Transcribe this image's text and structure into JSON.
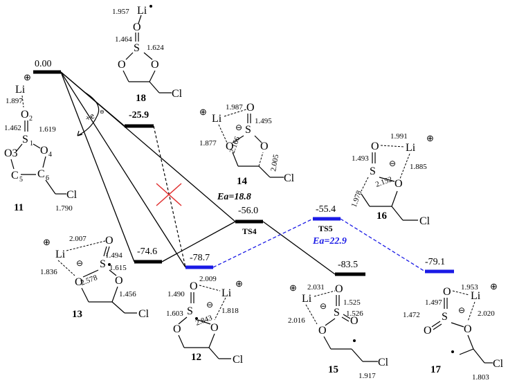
{
  "energies": {
    "e11": "0.00",
    "e18": "-25.9",
    "e13": "-74.6",
    "e12": "-78.7",
    "ets4": "-56.0",
    "ets5": "-55.4",
    "e15": "-83.5",
    "e17": "-79.1"
  },
  "labels": {
    "c11": "11",
    "c12": "12",
    "c13": "13",
    "c14": "14",
    "c15": "15",
    "c16": "16",
    "c17": "17",
    "c18": "18",
    "ts4": "TS4",
    "ts5": "TS5",
    "ea4": "Ea=18.8",
    "ea5": "Ea=22.9",
    "electron": "+e",
    "minus": "⊖"
  },
  "colors": {
    "black": "#000000",
    "blue": "#1a1ae6",
    "red": "#e03030"
  },
  "s11": {
    "Li": "Li",
    "O2": "O",
    "O2n": "2",
    "S1": "S",
    "S1n": "1",
    "O3": "O3",
    "O4": "O",
    "O4n": "4",
    "C5": "C",
    "C5n": "5",
    "C6": "C",
    "C6n": "6",
    "Cl": "Cl",
    "d1": "1.897",
    "d2": "1.462",
    "d3": "1.619",
    "d4": "1.790"
  },
  "s18": {
    "Li": "Li",
    "O": "O",
    "S": "S",
    "Oa": "O",
    "Ob": "O",
    "Cl": "Cl",
    "d1": "1.957",
    "d2": "1.464",
    "d3": "1.624"
  },
  "s14": {
    "Li": "Li",
    "O": "O",
    "S": "S",
    "Oa": "O",
    "Ob": "O",
    "Cl": "Cl",
    "d1": "1.987",
    "d2": "1.495",
    "d3": "1.877",
    "d4": "2.166",
    "d5": "2.005"
  },
  "s16": {
    "Li": "Li",
    "O": "O",
    "S": "S",
    "Oa": "O",
    "Cl": "Cl",
    "d1": "1.991",
    "d2": "1.493",
    "d3": "1.885",
    "d4": "2.152",
    "d5": "1.978"
  },
  "s13": {
    "Li": "Li",
    "O": "O",
    "S": "S",
    "Oa": "O",
    "Ob": "O",
    "Cl": "Cl",
    "d1": "2.007",
    "d2": "1.494",
    "d3": "1.615",
    "d4": "1.836",
    "d5": "2.578",
    "d6": "1.456"
  },
  "s12": {
    "Li": "Li",
    "O": "O",
    "S": "S",
    "Oa": "O",
    "Ob": "O",
    "Cl": "Cl",
    "d1": "2.009",
    "d2": "1.490",
    "d3": "1.818",
    "d4": "1.603",
    "d5": "2.843"
  },
  "s15": {
    "Li": "Li",
    "O": "O",
    "S": "S",
    "Oa": "O",
    "Ob": "O",
    "Cl": "Cl",
    "d1": "2.031",
    "d2": "1.525",
    "d3": "1.526",
    "d4": "2.016",
    "d5": "1.917"
  },
  "s17": {
    "Li": "Li",
    "O": "O",
    "S": "S",
    "Oa": "O",
    "Ob": "O",
    "Cl": "Cl",
    "d1": "1.953",
    "d2": "1.497",
    "d3": "1.472",
    "d4": "2.020",
    "d5": "1.803"
  }
}
